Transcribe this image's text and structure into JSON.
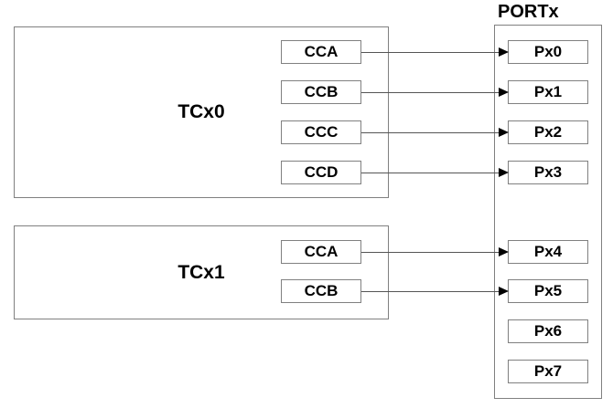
{
  "diagram": {
    "port_title": "PORTx",
    "timers": [
      {
        "label": "TCx0",
        "channels": [
          {
            "label": "CCA",
            "pin": "Px0"
          },
          {
            "label": "CCB",
            "pin": "Px1"
          },
          {
            "label": "CCC",
            "pin": "Px2"
          },
          {
            "label": "CCD",
            "pin": "Px3"
          }
        ]
      },
      {
        "label": "TCx1",
        "channels": [
          {
            "label": "CCA",
            "pin": "Px4"
          },
          {
            "label": "CCB",
            "pin": "Px5"
          }
        ]
      }
    ],
    "pins": [
      "Px0",
      "Px1",
      "Px2",
      "Px3",
      "Px4",
      "Px5",
      "Px6",
      "Px7"
    ],
    "connections": [
      {
        "from": "TCx0.CCA",
        "to": "Px0"
      },
      {
        "from": "TCx0.CCB",
        "to": "Px1"
      },
      {
        "from": "TCx0.CCC",
        "to": "Px2"
      },
      {
        "from": "TCx0.CCD",
        "to": "Px3"
      },
      {
        "from": "TCx1.CCA",
        "to": "Px4"
      },
      {
        "from": "TCx1.CCB",
        "to": "Px5"
      }
    ],
    "colors": {
      "background": "#ffffff",
      "box_border": "#808080",
      "arrow_line": "#555555",
      "arrowhead": "#000000",
      "text": "#000000"
    }
  }
}
